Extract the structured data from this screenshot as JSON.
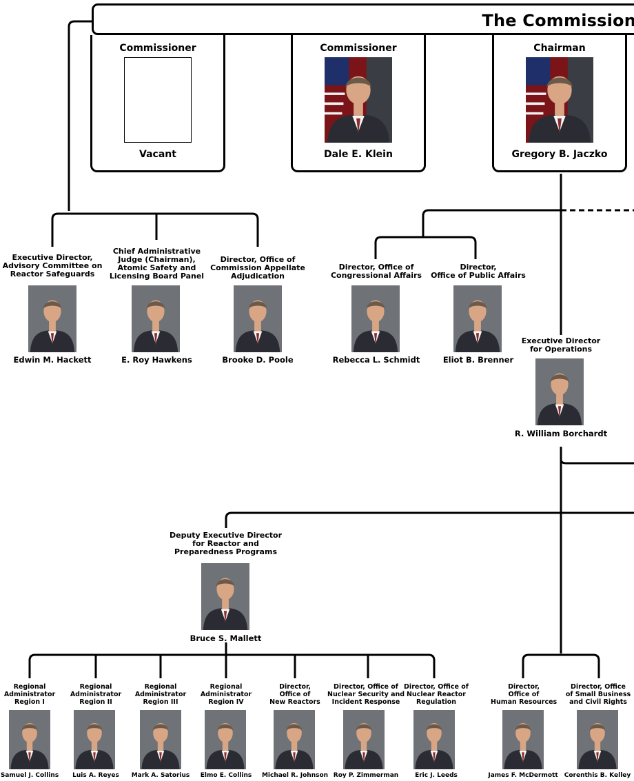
{
  "banner": {
    "title": "The Commission"
  },
  "commission": [
    {
      "role": "Commissioner",
      "name": "Vacant",
      "vacant": true
    },
    {
      "role": "Commissioner",
      "name": "Dale E. Klein"
    },
    {
      "role": "Chairman",
      "name": "Gregory B. Jaczko"
    }
  ],
  "staff": {
    "acrs": {
      "title": "Executive Director,\nAdvisory Committee on\nReactor Safeguards",
      "name": "Edwin M. Hackett"
    },
    "aslbp": {
      "title": "Chief Administrative\nJudge (Chairman),\nAtomic Safety and\nLicensing Board Panel",
      "name": "E. Roy Hawkens"
    },
    "ocaa": {
      "title": "Director, Office of\nCommission Appellate\nAdjudication",
      "name": "Brooke D. Poole"
    },
    "oca": {
      "title": "Director, Office of\nCongressional Affairs",
      "name": "Rebecca L. Schmidt"
    },
    "opa": {
      "title": "Director,\nOffice of Public Affairs",
      "name": "Eliot B. Brenner"
    },
    "edo": {
      "title": "Executive Director\nfor Operations",
      "name": "R. William Borchardt"
    },
    "dedr": {
      "title": "Deputy Executive Director\nfor Reactor and\nPreparedness Programs",
      "name": "Bruce S. Mallett"
    }
  },
  "bottom_row": [
    {
      "title": "Regional\nAdministrator\nRegion I",
      "name": "Samuel J. Collins"
    },
    {
      "title": "Regional\nAdministrator\nRegion II",
      "name": "Luis A. Reyes"
    },
    {
      "title": "Regional\nAdministrator\nRegion III",
      "name": "Mark A. Satorius"
    },
    {
      "title": "Regional\nAdministrator\nRegion IV",
      "name": "Elmo E. Collins"
    },
    {
      "title": "Director,\nOffice of\nNew Reactors",
      "name": "Michael R. Johnson"
    },
    {
      "title": "Director, Office of\nNuclear Security and\nIncident Response",
      "name": "Roy P. Zimmerman"
    },
    {
      "title": "Director, Office of\nNuclear Reactor\nRegulation",
      "name": "Eric J. Leeds"
    },
    {
      "title": "Director,\nOffice of\nHuman Resources",
      "name": "James F. McDermott"
    },
    {
      "title": "Director, Office\nof Small Business\nand Civil Rights",
      "name": "Corenthis B. Kelley"
    }
  ],
  "colors": {
    "line": "#000000",
    "photo_bg": "#6f7378",
    "suit": "#2b2c33",
    "skin": "#d8a585"
  }
}
